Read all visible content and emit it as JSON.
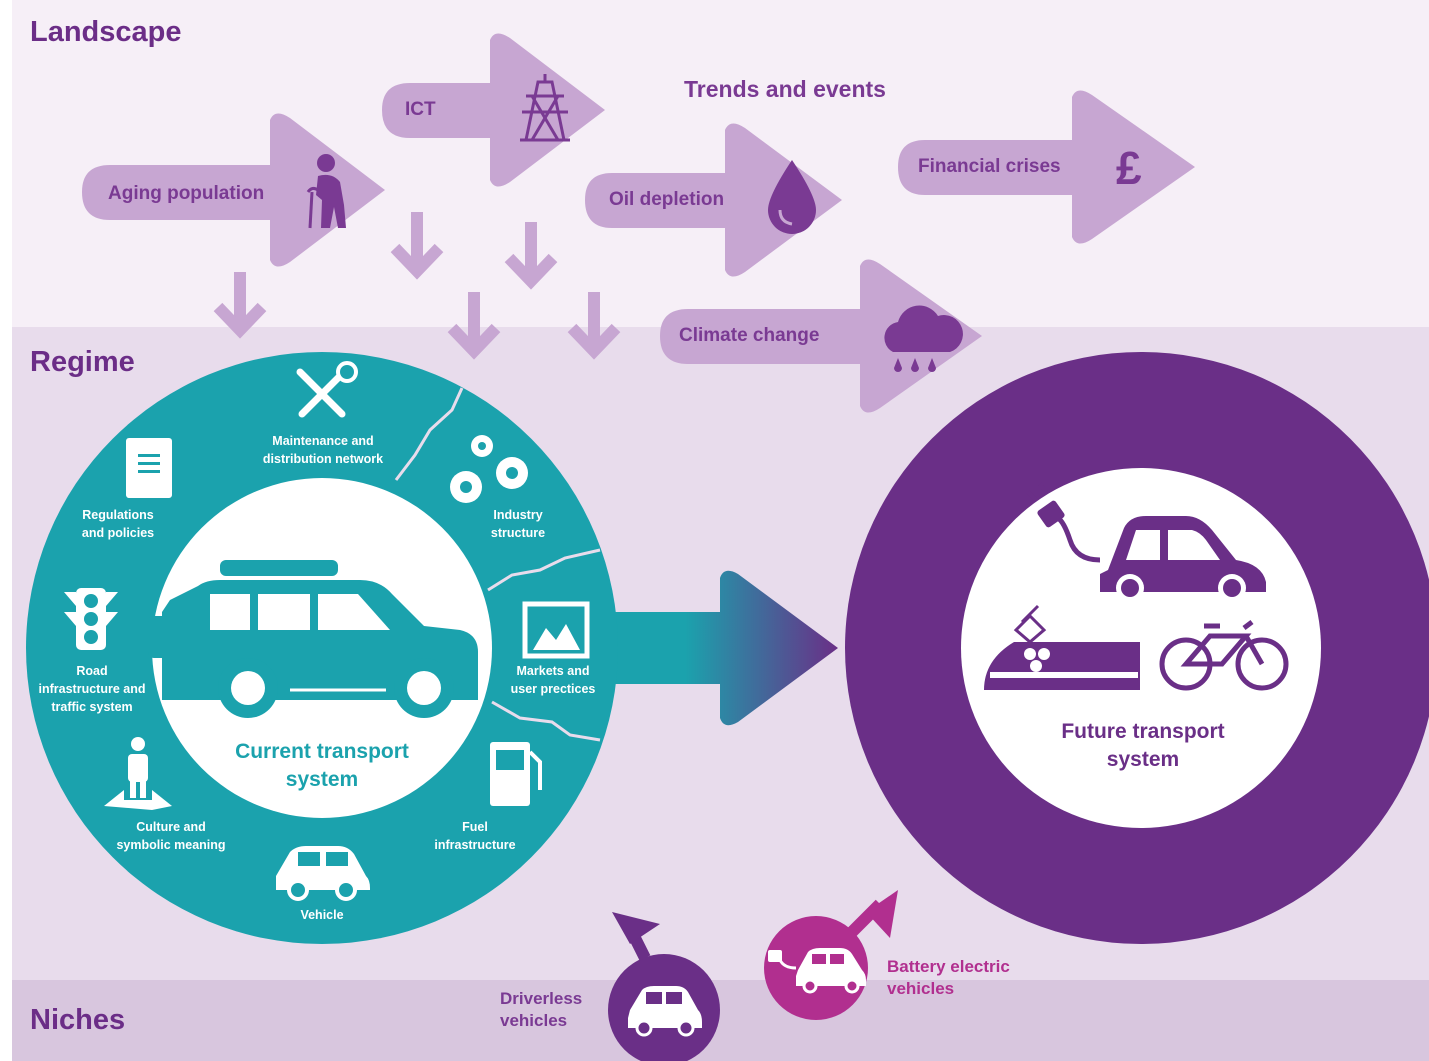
{
  "layers": {
    "landscape": "Landscape",
    "regime": "Regime",
    "niches": "Niches"
  },
  "landscape": {
    "heading": "Trends and events",
    "trends": [
      {
        "label": "Aging population",
        "icon": "elderly-person-icon"
      },
      {
        "label": "ICT",
        "icon": "transmission-tower-icon"
      },
      {
        "label": "Oil depletion",
        "icon": "oil-drop-icon"
      },
      {
        "label": "Financial crises",
        "icon": "pound-sign-icon",
        "symbol": "£"
      },
      {
        "label": "Climate change",
        "icon": "rain-cloud-icon"
      }
    ]
  },
  "current_system": {
    "title": "Current transport\nsystem",
    "elements": [
      {
        "label": "Maintenance and\ndistribution network",
        "icon": "tools-icon"
      },
      {
        "label": "Industry\nstructure",
        "icon": "gears-icon"
      },
      {
        "label": "Markets and\nuser prectices",
        "icon": "picture-chart-icon"
      },
      {
        "label": "Fuel\ninfrastructure",
        "icon": "fuel-pump-icon"
      },
      {
        "label": "Vehicle",
        "icon": "car-icon"
      },
      {
        "label": "Culture and\nsymbolic meaning",
        "icon": "person-arrows-icon"
      },
      {
        "label": "Road\ninfrastructure and\ntraffic system",
        "icon": "traffic-light-icon"
      },
      {
        "label": "Regulations\nand policies",
        "icon": "document-icon"
      }
    ]
  },
  "future_system": {
    "title": "Future transport\nsystem",
    "icons": [
      "electric-car-icon",
      "tram-icon",
      "bicycle-icon"
    ]
  },
  "niches": [
    {
      "label": "Driverless\nvehicles",
      "icon": "car-icon"
    },
    {
      "label": "Battery electric\nvehicles",
      "icon": "electric-car-icon"
    }
  ],
  "colors": {
    "landscape_bg": "#f6eff7",
    "regime_bg": "#e8dcec",
    "niches_bg": "#d8c6de",
    "arrow": "#c7a6d2",
    "teal": "#1ba2ad",
    "purple_dark": "#6a2f87",
    "magenta": "#b12f8f",
    "label_purple": "#7a3a93"
  }
}
